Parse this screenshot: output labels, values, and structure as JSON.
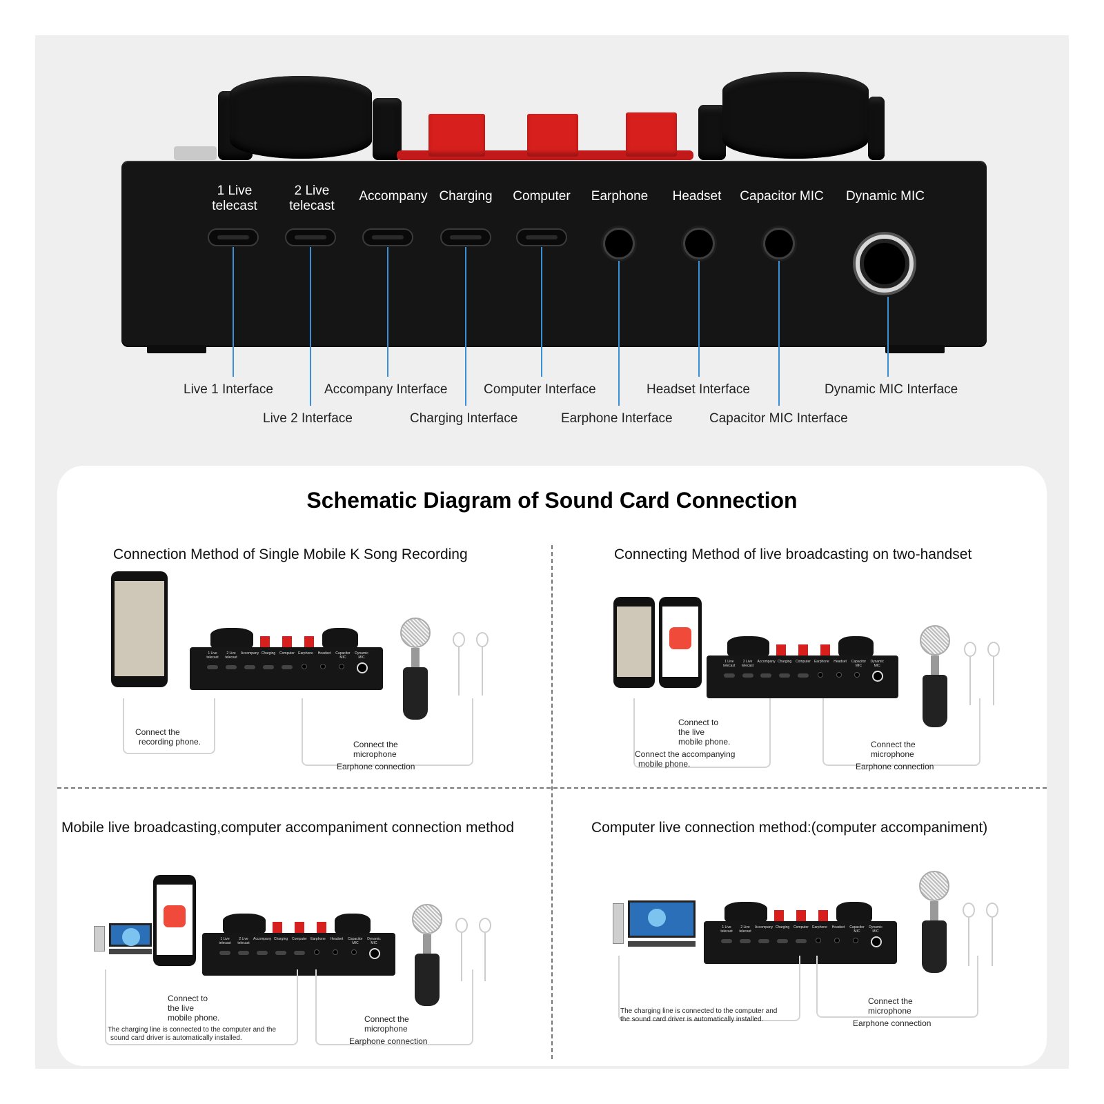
{
  "ports": [
    {
      "label_l1": "1 Live",
      "label_l2": "telecast",
      "type": "usb",
      "interface": "Live 1 Interface"
    },
    {
      "label_l1": "2 Live",
      "label_l2": "telecast",
      "type": "usb",
      "interface": "Live 2 Interface"
    },
    {
      "label_l1": "Accompany",
      "label_l2": "",
      "type": "usb",
      "interface": "Accompany Interface"
    },
    {
      "label_l1": "Charging",
      "label_l2": "",
      "type": "usb",
      "interface": "Charging Interface"
    },
    {
      "label_l1": "Computer",
      "label_l2": "",
      "type": "usb",
      "interface": "Computer Interface"
    },
    {
      "label_l1": "Earphone",
      "label_l2": "",
      "type": "jack",
      "interface": "Earphone Interface"
    },
    {
      "label_l1": "Headset",
      "label_l2": "",
      "type": "jack",
      "interface": "Headset Interface"
    },
    {
      "label_l1": "Capacitor MIC",
      "label_l2": "",
      "type": "jack",
      "interface": "Capacitor MIC Interface"
    },
    {
      "label_l1": "Dynamic MIC",
      "label_l2": "",
      "type": "bigjack",
      "interface": "Dynamic MIC Interface"
    }
  ],
  "diagram_title": "Schematic Diagram of Sound Card Connection",
  "methods": [
    {
      "title": "Connection Method of Single Mobile K Song Recording",
      "notes": [
        "Connect the",
        "recording phone.",
        "Connect the",
        "microphone",
        "Earphone connection"
      ]
    },
    {
      "title": "Connecting Method of live broadcasting on two-handset",
      "notes": [
        "Connect to",
        "the live",
        "mobile phone.",
        "Connect the accompanying",
        "mobile phone.",
        "Connect the",
        "microphone",
        "Earphone connection"
      ]
    },
    {
      "title": "Mobile live broadcasting,computer accompaniment connection method",
      "notes": [
        "Connect to",
        "the live",
        "mobile phone.",
        "The charging line is connected to the computer and the",
        "sound card driver is automatically installed.",
        "Connect the",
        "microphone",
        "Earphone connection"
      ]
    },
    {
      "title": "Computer live connection method:(computer accompaniment)",
      "notes": [
        "The charging line is connected to the computer and",
        "the sound card driver is automatically installed.",
        "Connect the",
        "microphone",
        "Earphone connection"
      ]
    }
  ],
  "mini_port_labels": [
    "1 Live telecast",
    "2 Live telecast",
    "Accompany",
    "Charging",
    "Computer",
    "Earphone",
    "Headset",
    "Capacitor MIC",
    "Dynamic MIC"
  ],
  "colors": {
    "device": "#151515",
    "accent_red": "#d7201d",
    "callout_line": "#3b8fd6"
  }
}
